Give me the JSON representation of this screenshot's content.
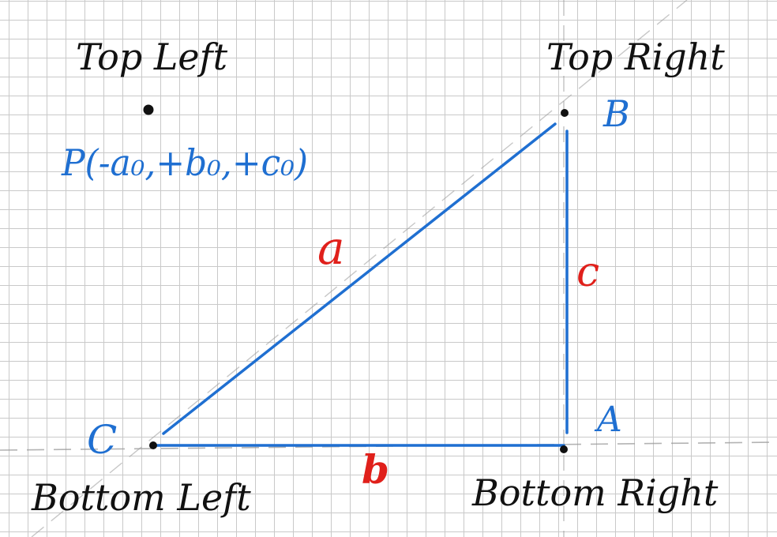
{
  "corners": {
    "top_left": "Top Left",
    "top_right": "Top Right",
    "bottom_left": "Bottom Left",
    "bottom_right": "Bottom Right"
  },
  "points": {
    "p": "P(-a₀,+b₀,+c₀)",
    "a": "A",
    "b": "B",
    "c": "C"
  },
  "sides": {
    "a": "a",
    "b": "b",
    "c": "c"
  },
  "colors": {
    "ink": "#111111",
    "triangle": "#1f6fd1",
    "side_labels": "#e0201b",
    "grid": "#c9c9c9",
    "dashed_axes": "#9a9a9a"
  }
}
